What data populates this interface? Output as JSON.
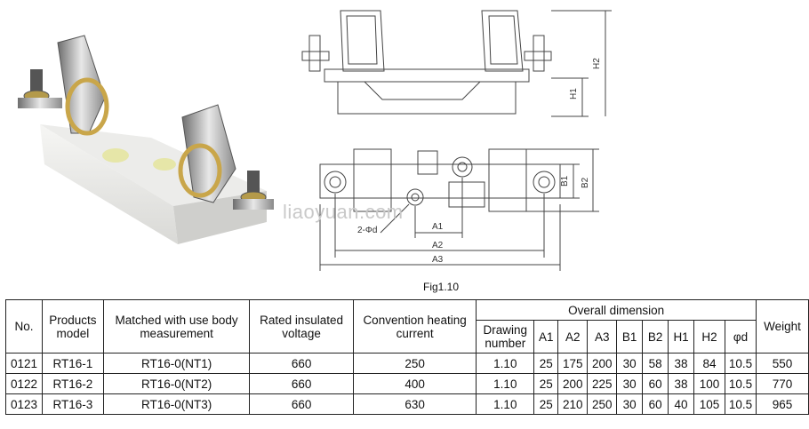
{
  "watermark": "liaoyuan.com",
  "figure_caption": "Fig1.10",
  "dimension_labels": {
    "h1": "H1",
    "h2": "H2",
    "b1": "B1",
    "b2": "B2",
    "a1": "A1",
    "a2": "A2",
    "a3": "A3",
    "hole": "2-Φd"
  },
  "table": {
    "headers": {
      "no": "No.",
      "model": "Products model",
      "body": "Matched with use body measurement",
      "voltage": "Rated insulated voltage",
      "current": "Convention heating current",
      "overall": "Overall dimension",
      "weight": "Weight",
      "sub": [
        "Drawing number",
        "A1",
        "A2",
        "A3",
        "B1",
        "B2",
        "H1",
        "H2",
        "φd"
      ]
    },
    "rows": [
      [
        "0121",
        "RT16-1",
        "RT16-0(NT1)",
        "660",
        "250",
        "1.10",
        "25",
        "175",
        "200",
        "30",
        "58",
        "38",
        "84",
        "10.5",
        "550"
      ],
      [
        "0122",
        "RT16-2",
        "RT16-0(NT2)",
        "660",
        "400",
        "1.10",
        "25",
        "200",
        "225",
        "30",
        "60",
        "38",
        "100",
        "10.5",
        "770"
      ],
      [
        "0123",
        "RT16-3",
        "RT16-0(NT3)",
        "660",
        "630",
        "1.10",
        "25",
        "210",
        "250",
        "30",
        "60",
        "40",
        "105",
        "10.5",
        "965"
      ]
    ]
  }
}
